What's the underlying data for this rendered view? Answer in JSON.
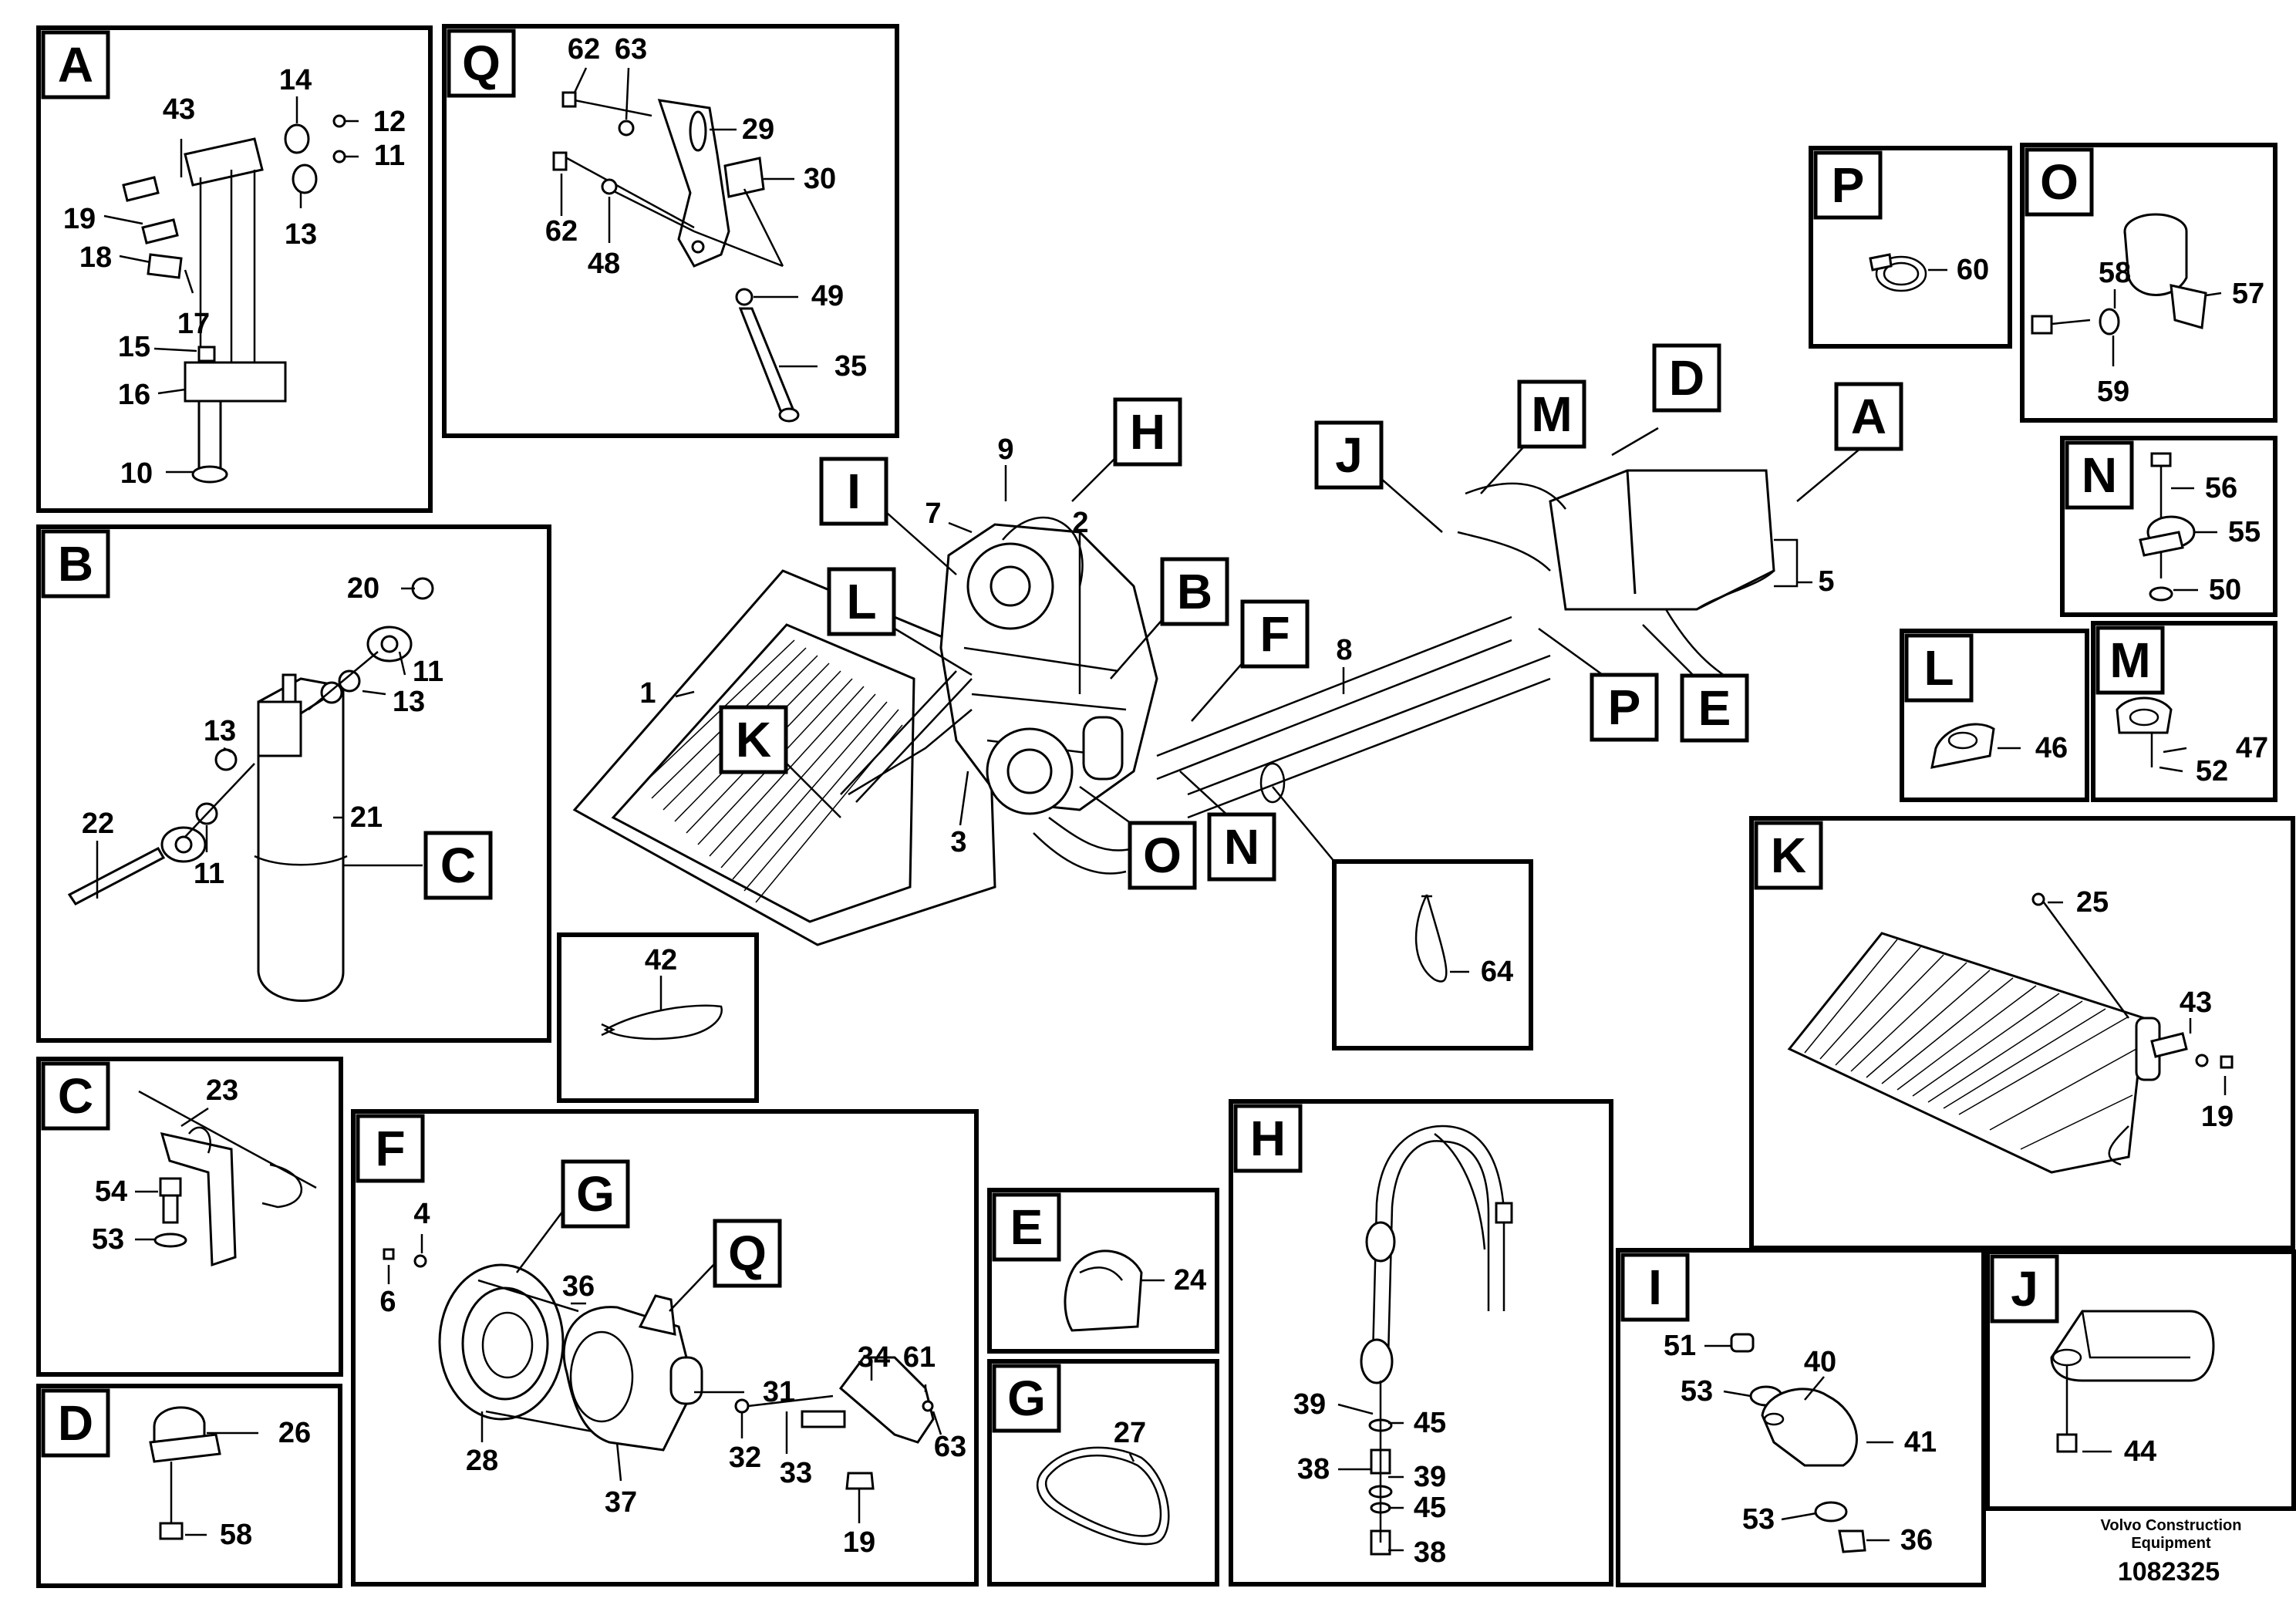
{
  "detail_boxes": {
    "A": "A",
    "B": "B",
    "C": "C",
    "D": "D",
    "E": "E",
    "F": "F",
    "G": "G",
    "H": "H",
    "I": "I",
    "J": "J",
    "K": "K",
    "L": "L",
    "M": "M",
    "N": "N",
    "O": "O",
    "P": "P",
    "Q": "Q"
  },
  "main_labels": {
    "A": "A",
    "B": "B",
    "D": "D",
    "E": "E",
    "F": "F",
    "H": "H",
    "I": "I",
    "J": "J",
    "K": "K",
    "L": "L",
    "M": "M",
    "N": "N",
    "O": "O",
    "P": "P"
  },
  "nested_labels": {
    "b_c": "C",
    "f_g": "G",
    "f_q": "Q"
  },
  "callouts": {
    "a_43": "43",
    "a_14": "14",
    "a_12": "12",
    "a_11": "11",
    "a_19": "19",
    "a_13": "13",
    "a_18": "18",
    "a_17": "17",
    "a_15": "15",
    "a_16": "16",
    "a_10": "10",
    "q_62a": "62",
    "q_63": "63",
    "q_29": "29",
    "q_30": "30",
    "q_62b": "62",
    "q_48": "48",
    "q_49": "49",
    "q_35": "35",
    "b_20": "20",
    "b_11a": "11",
    "b_13a": "13",
    "b_13b": "13",
    "b_21": "21",
    "b_22": "22",
    "b_11b": "11",
    "c_23": "23",
    "c_54": "54",
    "c_53": "53",
    "d_26": "26",
    "d_58": "58",
    "m_9": "9",
    "m_7": "7",
    "m_2": "2",
    "m_1": "1",
    "m_3": "3",
    "m_8": "8",
    "m_5": "5",
    "box64_64": "64",
    "box42_42": "42",
    "f_4": "4",
    "f_6": "6",
    "f_36": "36",
    "f_31": "31",
    "f_34": "34",
    "f_61": "61",
    "f_63": "63",
    "f_28": "28",
    "f_32": "32",
    "f_33": "33",
    "f_37": "37",
    "f_19": "19",
    "e_24": "24",
    "g_27": "27",
    "h_39a": "39",
    "h_45a": "45",
    "h_38a": "38",
    "h_39b": "39",
    "h_45b": "45",
    "h_38b": "38",
    "p_60": "60",
    "o_58": "58",
    "o_57": "57",
    "o_59": "59",
    "n_56": "56",
    "n_55": "55",
    "n_50": "50",
    "l_46": "46",
    "mm_47": "47",
    "mm_52": "52",
    "k_25": "25",
    "k_43": "43",
    "k_19": "19",
    "i_51": "51",
    "i_40": "40",
    "i_53a": "53",
    "i_41": "41",
    "i_53b": "53",
    "i_36": "36",
    "j_44": "44"
  },
  "footer": {
    "brand_line1": "Volvo Construction",
    "brand_line2": "Equipment",
    "drawing_number": "1082325"
  }
}
